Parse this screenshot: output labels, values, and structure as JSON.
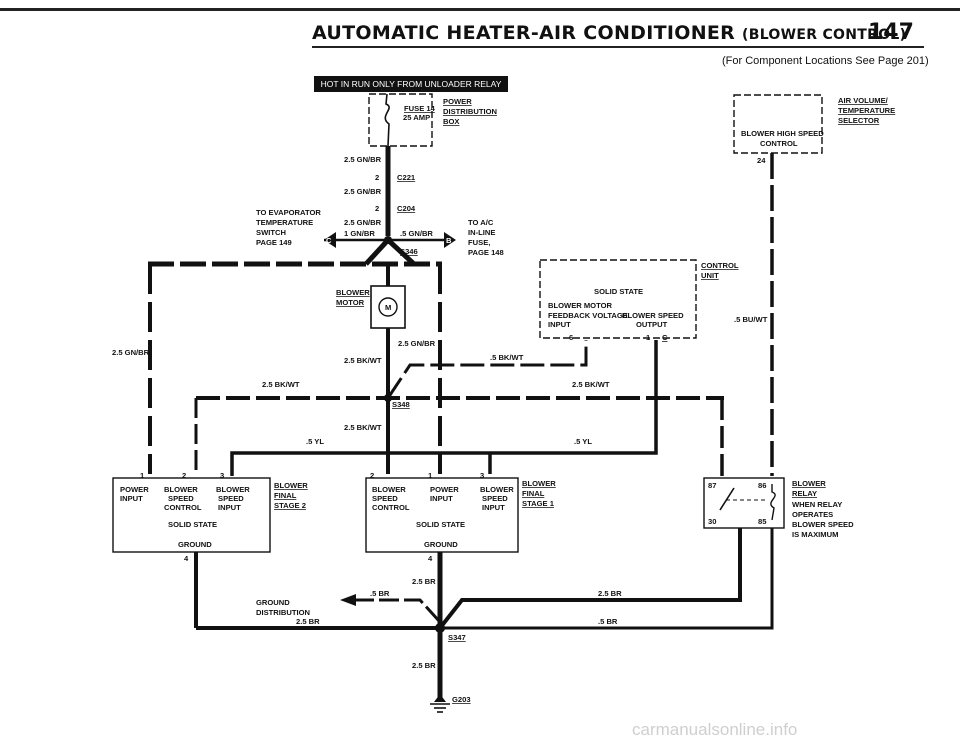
{
  "header": {
    "title": "AUTOMATIC HEATER-AIR CONDITIONER",
    "title_suffix": "(BLOWER CONTROL)",
    "page_number": "147",
    "subtitle": "(For Component Locations See Page 201)"
  },
  "banner": "HOT IN RUN ONLY FROM UNLOADER RELAY",
  "fuse": {
    "name": "FUSE 14",
    "rating": "25 AMP"
  },
  "power_box": {
    "line1": "POWER",
    "line2": "DISTRIBUTION",
    "line3": "BOX"
  },
  "connectors": {
    "c221_pin": "2",
    "c221": "C221",
    "c204_pin": "2",
    "c204": "C204"
  },
  "wires": {
    "gnbr": "2.5 GN/BR",
    "gnbr_1": "1 GN/BR",
    "gnbr_05": ".5 GN/BR",
    "bkwt": "2.5 BK/WT",
    "bkwt_05": ".5 BK/WT",
    "yl": ".5 YL",
    "br": "2.5 BR",
    "br_05": ".5 BR",
    "buwt": ".5 BU/WT"
  },
  "evap_switch": {
    "line1": "TO EVAPORATOR",
    "line2": "TEMPERATURE",
    "line3": "SWITCH",
    "line4": "PAGE 149",
    "marker": "C"
  },
  "ac_fuse": {
    "line1": "TO A/C",
    "line2": "IN-LINE",
    "line3": "FUSE,",
    "line4": "PAGE 148",
    "marker": "B"
  },
  "splices": {
    "s346": "S346",
    "s348": "S348",
    "s347": "S347"
  },
  "motor": {
    "line1": "BLOWER",
    "line2": "MOTOR",
    "symbol": "M"
  },
  "selector": {
    "line1": "AIR VOLUME/",
    "line2": "TEMPERATURE",
    "line3": "SELECTOR",
    "inner1": "BLOWER HIGH SPEED",
    "inner2": "CONTROL",
    "pin": "24"
  },
  "control_unit": {
    "line1": "CONTROL",
    "line2": "UNIT",
    "state": "SOLID STATE",
    "in1": "BLOWER MOTOR",
    "in2": "FEEDBACK VOLTAGE",
    "in3": "INPUT",
    "out1": "BLOWER SPEED",
    "out2": "OUTPUT",
    "pin6": "6",
    "pin1": "1",
    "conn": "C"
  },
  "stage2": {
    "name1": "BLOWER",
    "name2": "FINAL",
    "name3": "STAGE 2",
    "p1": "1",
    "p2": "2",
    "p3": "3",
    "p4": "4",
    "l1a": "POWER",
    "l1b": "INPUT",
    "l2a": "BLOWER",
    "l2b": "SPEED",
    "l2c": "CONTROL",
    "l3a": "BLOWER",
    "l3b": "SPEED",
    "l3c": "INPUT",
    "state": "SOLID STATE",
    "ground": "GROUND"
  },
  "stage1": {
    "name1": "BLOWER",
    "name2": "FINAL",
    "name3": "STAGE 1",
    "p1": "1",
    "p2": "2",
    "p3": "3",
    "p4": "4",
    "l2a": "BLOWER",
    "l2b": "SPEED",
    "l2c": "CONTROL",
    "l1a": "POWER",
    "l1b": "INPUT",
    "l3a": "BLOWER",
    "l3b": "SPEED",
    "l3c": "INPUT",
    "state": "SOLID STATE",
    "ground": "GROUND"
  },
  "relay": {
    "name1": "BLOWER",
    "name2": "RELAY",
    "n1": "WHEN RELAY",
    "n2": "OPERATES",
    "n3": "BLOWER SPEED",
    "n4": "IS MAXIMUM",
    "p87": "87",
    "p86": "86",
    "p30": "30",
    "p85": "85"
  },
  "ground_dist": {
    "line1": "GROUND",
    "line2": "DISTRIBUTION"
  },
  "ground": {
    "name": "G203"
  },
  "watermark": "carmanualsonline.info"
}
